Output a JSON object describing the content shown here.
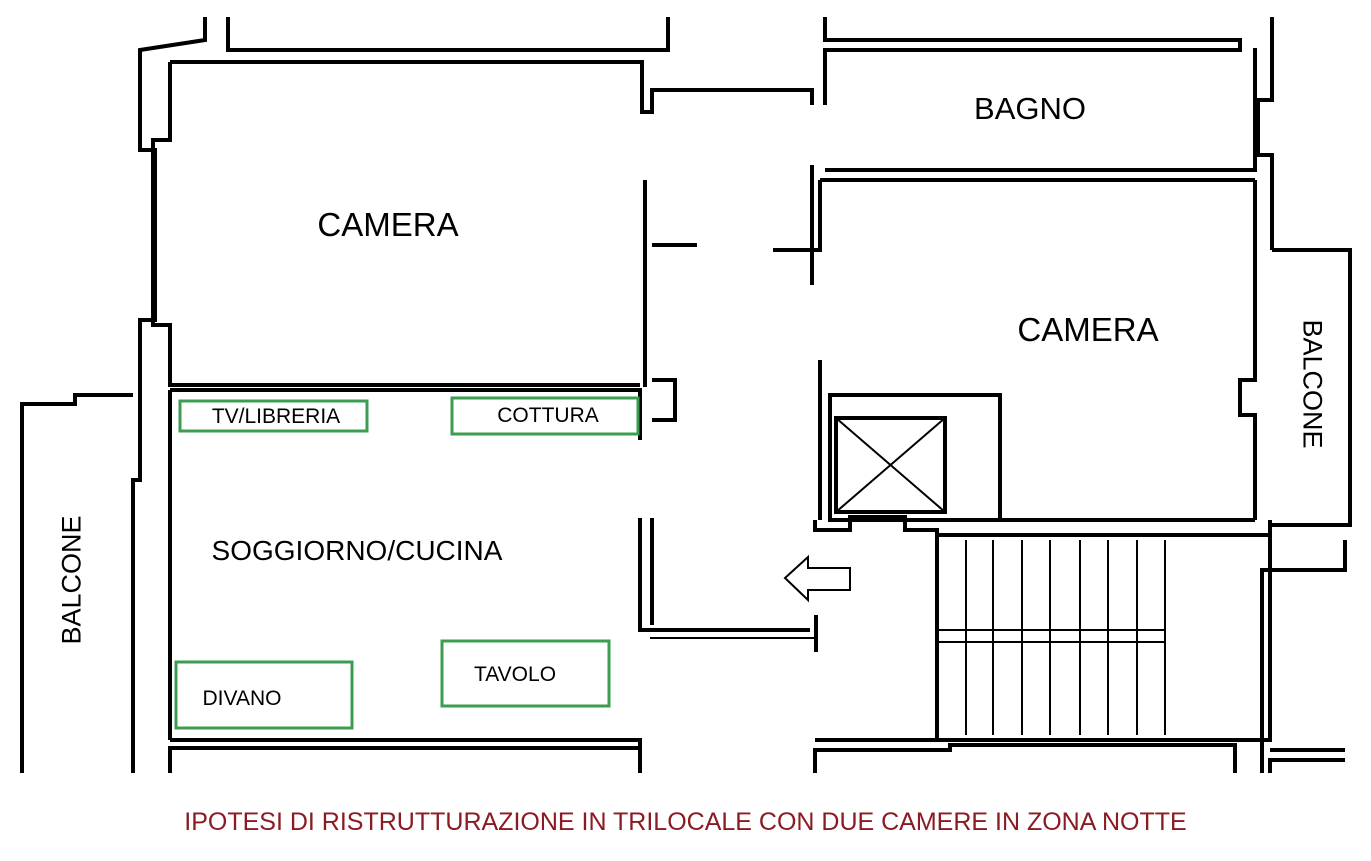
{
  "plan": {
    "rooms": {
      "camera_left": "CAMERA",
      "camera_right": "CAMERA",
      "bagno": "BAGNO",
      "soggiorno": "SOGGIORNO/CUCINA",
      "balcone_left": "BALCONE",
      "balcone_right": "BALCONE"
    },
    "furniture": {
      "tv": "TV/LIBRERIA",
      "cottura": "COTTURA",
      "divano": "DIVANO",
      "tavolo": "TAVOLO"
    }
  },
  "caption": "IPOTESI DI RISTRUTTURAZIONE IN TRILOCALE CON DUE CAMERE IN ZONA NOTTE",
  "colors": {
    "furniture": "#3c9c52",
    "caption": "#8b1a22"
  }
}
